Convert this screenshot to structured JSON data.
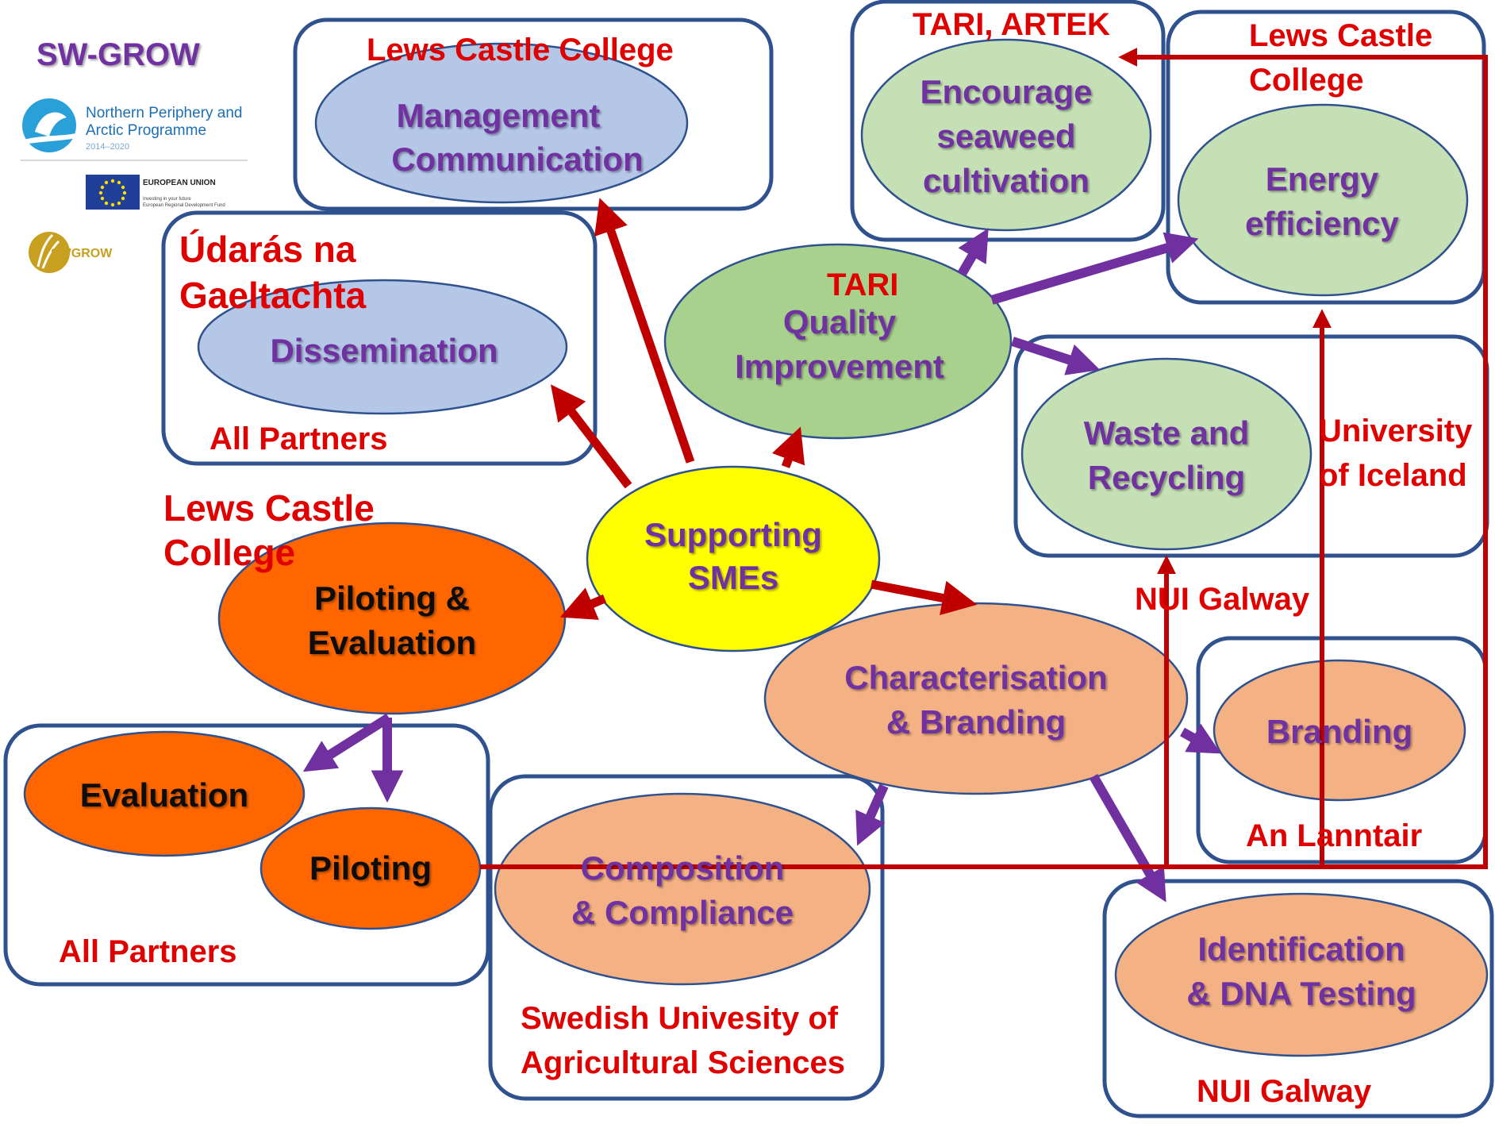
{
  "header": {
    "title": "SW-GROW",
    "npa_logo_line1": "Northern Periphery and",
    "npa_logo_line2": "Arctic Programme",
    "npa_logo_years": "2014–2020",
    "eu_logo_title": "EUROPEAN UNION",
    "eu_logo_sub1": "Investing in your future",
    "eu_logo_sub2": "European Regional Development Fund",
    "swgrow_logo": "SWGROW"
  },
  "colors": {
    "box_border": "#2f528f",
    "partner_text": "#e00000",
    "label_purple": "#7030a0",
    "blue_ellipse": "#b4c7e7",
    "green_ellipse": "#a9d18e",
    "light_green_ellipse": "#c5e0b4",
    "yellow_center": "#ffff00",
    "orange_ellipse": "#ff6600",
    "peach_ellipse": "#f4b183",
    "red_arrow": "#c00000",
    "purple_arrow": "#7030a0"
  },
  "nodes": {
    "center": {
      "line1": "Supporting",
      "line2": "SMEs"
    },
    "management": {
      "line1": "Management",
      "line2": "Communication"
    },
    "dissemination": {
      "line1": "Dissemination"
    },
    "quality": {
      "partner": "TARI",
      "line1": "Quality",
      "line2": "Improvement"
    },
    "seaweed": {
      "line1": "Encourage",
      "line2": "seaweed",
      "line3": "cultivation"
    },
    "energy": {
      "line1": "Energy",
      "line2": "efficiency"
    },
    "waste": {
      "line1": "Waste and",
      "line2": "Recycling"
    },
    "piloting_eval": {
      "line1": "Piloting &",
      "line2": "Evaluation"
    },
    "evaluation": {
      "line1": "Evaluation"
    },
    "piloting": {
      "line1": "Piloting"
    },
    "characterisation": {
      "line1": "Characterisation",
      "line2": "& Branding"
    },
    "composition": {
      "line1": "Composition",
      "line2": "& Compliance"
    },
    "branding": {
      "line1": "Branding"
    },
    "identification": {
      "line1": "Identification",
      "line2": "& DNA Testing"
    }
  },
  "partners": {
    "management": "Lews Castle College",
    "dissemination_1": "Údarás na",
    "dissemination_2": "Gaeltachta",
    "dissemination_bottom": "All Partners",
    "seaweed": "TARI, ARTEK",
    "energy_1": "Lews Castle",
    "energy_2": "College",
    "waste_1": "University",
    "waste_2": "of Iceland",
    "waste_bottom": "NUI Galway",
    "piloting_1": "Lews Castle",
    "piloting_2": "College",
    "piloting_bottom": "All Partners",
    "composition_1": "Swedish Univesity of",
    "composition_2": "Agricultural Sciences",
    "branding": "An Lanntair",
    "identification": "NUI Galway"
  }
}
